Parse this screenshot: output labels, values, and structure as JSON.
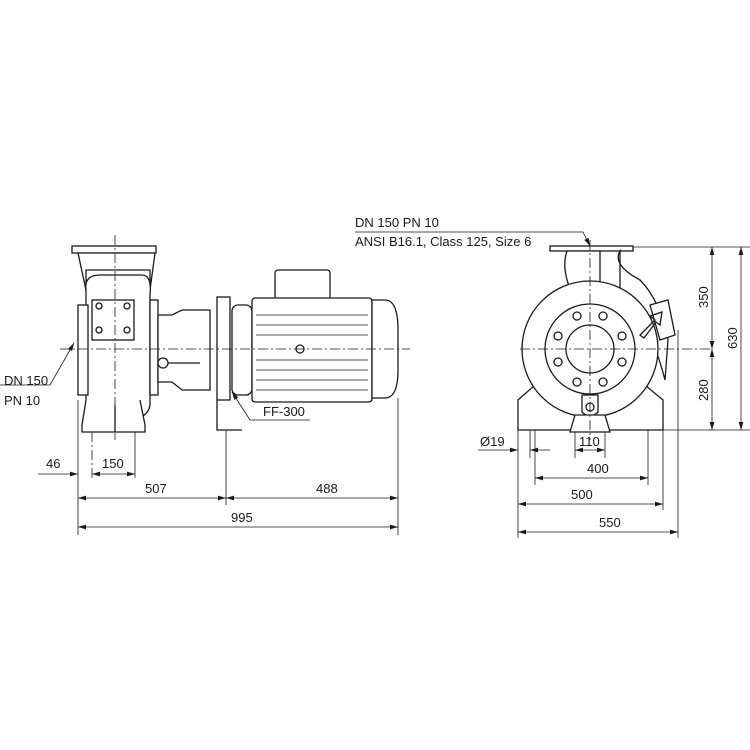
{
  "labels": {
    "suction_dn": "DN 150",
    "suction_pn": "PN 10",
    "flange_ff": "FF-300",
    "discharge_dn_pn": "DN 150 PN 10",
    "discharge_ansi": "ANSI B16.1, Class 125, Size 6"
  },
  "dimensions": {
    "side": {
      "d46": "46",
      "d150": "150",
      "d507": "507",
      "d488": "488",
      "d995": "995"
    },
    "front": {
      "d19": "Ø19",
      "d110": "110",
      "d400": "400",
      "d500": "500",
      "d550": "550",
      "d350": "350",
      "d280": "280",
      "d630": "630"
    }
  }
}
